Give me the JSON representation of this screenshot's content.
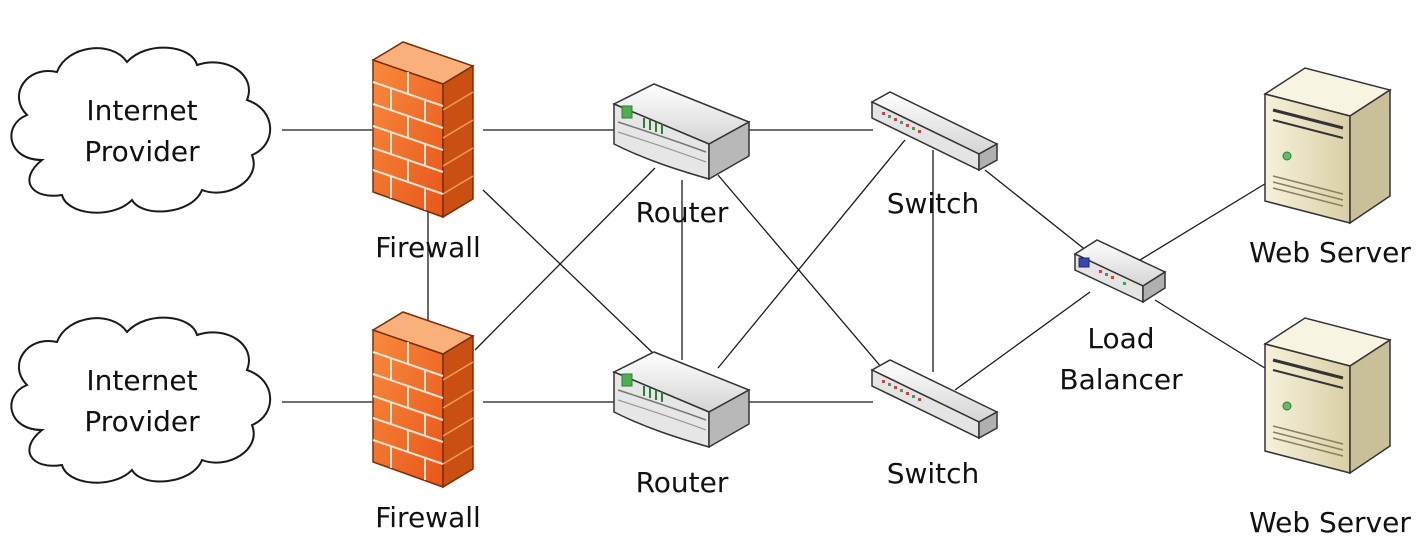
{
  "diagram": {
    "nodes": {
      "isp_top": {
        "line1": "Internet",
        "line2": "Provider",
        "icon": "cloud-icon"
      },
      "isp_bottom": {
        "line1": "Internet",
        "line2": "Provider",
        "icon": "cloud-icon"
      },
      "fw_top": {
        "label": "Firewall",
        "icon": "firewall-icon"
      },
      "fw_bottom": {
        "label": "Firewall",
        "icon": "firewall-icon"
      },
      "router_top": {
        "label": "Router",
        "icon": "router-icon"
      },
      "router_bottom": {
        "label": "Router",
        "icon": "router-icon"
      },
      "switch_top": {
        "label": "Switch",
        "icon": "switch-icon"
      },
      "switch_bottom": {
        "label": "Switch",
        "icon": "switch-icon"
      },
      "lb": {
        "line1": "Load",
        "line2": "Balancer",
        "icon": "load-balancer-icon"
      },
      "web_top": {
        "label": "Web Server",
        "icon": "server-icon"
      },
      "web_bottom": {
        "label": "Web Server",
        "icon": "server-icon"
      }
    },
    "edges": [
      [
        "isp_top",
        "fw_top"
      ],
      [
        "isp_bottom",
        "fw_bottom"
      ],
      [
        "fw_top",
        "fw_bottom"
      ],
      [
        "fw_top",
        "router_top"
      ],
      [
        "fw_top",
        "router_bottom"
      ],
      [
        "fw_bottom",
        "router_top"
      ],
      [
        "fw_bottom",
        "router_bottom"
      ],
      [
        "router_top",
        "router_bottom"
      ],
      [
        "router_top",
        "switch_top"
      ],
      [
        "router_top",
        "switch_bottom"
      ],
      [
        "router_bottom",
        "switch_top"
      ],
      [
        "router_bottom",
        "switch_bottom"
      ],
      [
        "switch_top",
        "switch_bottom"
      ],
      [
        "switch_top",
        "lb"
      ],
      [
        "switch_bottom",
        "lb"
      ],
      [
        "lb",
        "web_top"
      ],
      [
        "lb",
        "web_bottom"
      ]
    ],
    "colors": {
      "firewall_front": "#f26b21",
      "firewall_side": "#c94f12",
      "firewall_top": "#f7a46a",
      "server_body": "#e9e2c4",
      "server_side": "#c9c09a",
      "device_body": "#f1f1f1",
      "device_side": "#bdbdbd",
      "router_accent": "#4caf50",
      "lb_accent": "#3949ab",
      "line": "#1a1a1a"
    }
  }
}
